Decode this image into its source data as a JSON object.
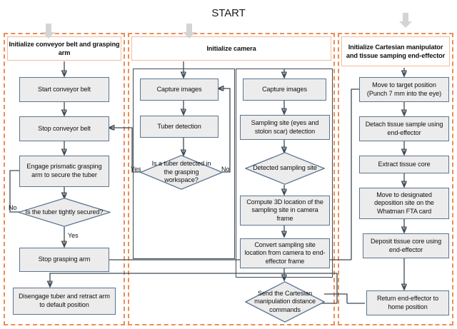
{
  "diagram": {
    "title": "START",
    "type": "flowchart",
    "colors": {
      "lane_border_orange": "#ef8c52",
      "lane_border_green": "#2f7d46",
      "node_fill": "#ececec",
      "node_border": "#5b7490",
      "connector": "#3f4a55",
      "block_arrow": "#d4d4d4",
      "header_border": "#f3bb9b"
    },
    "lanes": [
      {
        "id": "start",
        "header": "START"
      },
      {
        "id": "lane1",
        "header": "Initialize conveyor belt and grasping arm"
      },
      {
        "id": "lane2",
        "header": "Initialize camera"
      },
      {
        "id": "lane3",
        "header": "Initialize Cartesian manipulator and tissue samping end-effector"
      }
    ],
    "nodes": {
      "n_start_conveyor": "Start conveyor belt",
      "n_stop_conveyor": "Stop conveyor belt",
      "n_engage": "Engage prismatic grasping arm to secure the tuber",
      "d_tight": "Is the tuber tightly secured?",
      "n_stop_grasp": "Stop grasping arm",
      "n_disengage": "Disengage tuber and retract arm to default position",
      "n_capture1": "Capture images",
      "n_tuber_det": "Tuber detection",
      "d_tuber_found": "Is a tuber detected in the grasping workspace?",
      "n_capture2": "Capture images",
      "n_site_det": "Sampling site (eyes and stolon scar) detection",
      "d_site_found": "Detected sampling site",
      "n_compute3d": "Compute 3D location of the sampling site in camera frame",
      "n_convert": "Convert sampling site location from camera to end-effector frame",
      "d_send_cmd": "Send the Cartesian manipulation distance commands",
      "n_move_target": "Move to target position (Punch 7 mm into the eye)",
      "n_detach": "Detach tissue sample using end-effector",
      "n_extract": "Extract tissue core",
      "n_move_dep": "Move to designated deposition site on the Whatman FTA card",
      "n_deposit": "Deposit tissue core using end-effector",
      "n_return_home": "Return end-effector to home position"
    },
    "branch_labels": {
      "tight_no": "No",
      "tight_yes": "Yes",
      "tuber_yes": "Yes",
      "tuber_no": "No"
    }
  }
}
